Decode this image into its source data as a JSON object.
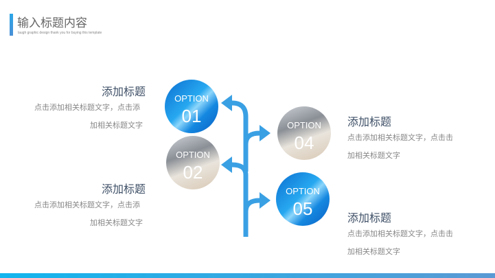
{
  "header": {
    "title": "输入标题内容",
    "subtitle": "laugh graphic design thank you for buying this template"
  },
  "colors": {
    "accent": "#2aa6e8",
    "arrow": "#3aa0e4"
  },
  "options": [
    {
      "label": "OPTION",
      "num": "01",
      "heading": "添加标题",
      "text1": "点击添加相关标题文字，点击添",
      "text2": "加相关标题文字"
    },
    {
      "label": "OPTION",
      "num": "02",
      "heading": "添加标题",
      "text1": "点击添加相关标题文字，点击添",
      "text2": "加相关标题文字"
    },
    {
      "label": "OPTION",
      "num": "04",
      "heading": "添加标题",
      "text1": "点击添加相关标题文字，点击击",
      "text2": "加相关标题文字"
    },
    {
      "label": "OPTION",
      "num": "05",
      "heading": "添加标题",
      "text1": "点击添加相关标题文字，点击击",
      "text2": "加相关标题文字"
    }
  ]
}
